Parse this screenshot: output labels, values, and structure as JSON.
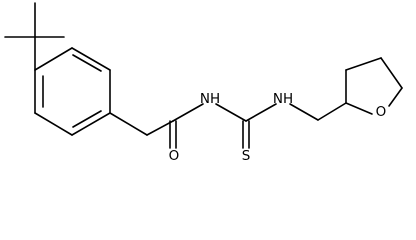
{
  "molecule": {
    "atoms": {
      "amide_oxygen": "O",
      "amide_nitrogen": "NH",
      "thio_nitrogen": "NH",
      "sulfur": "S",
      "ring_oxygen": "O"
    }
  }
}
